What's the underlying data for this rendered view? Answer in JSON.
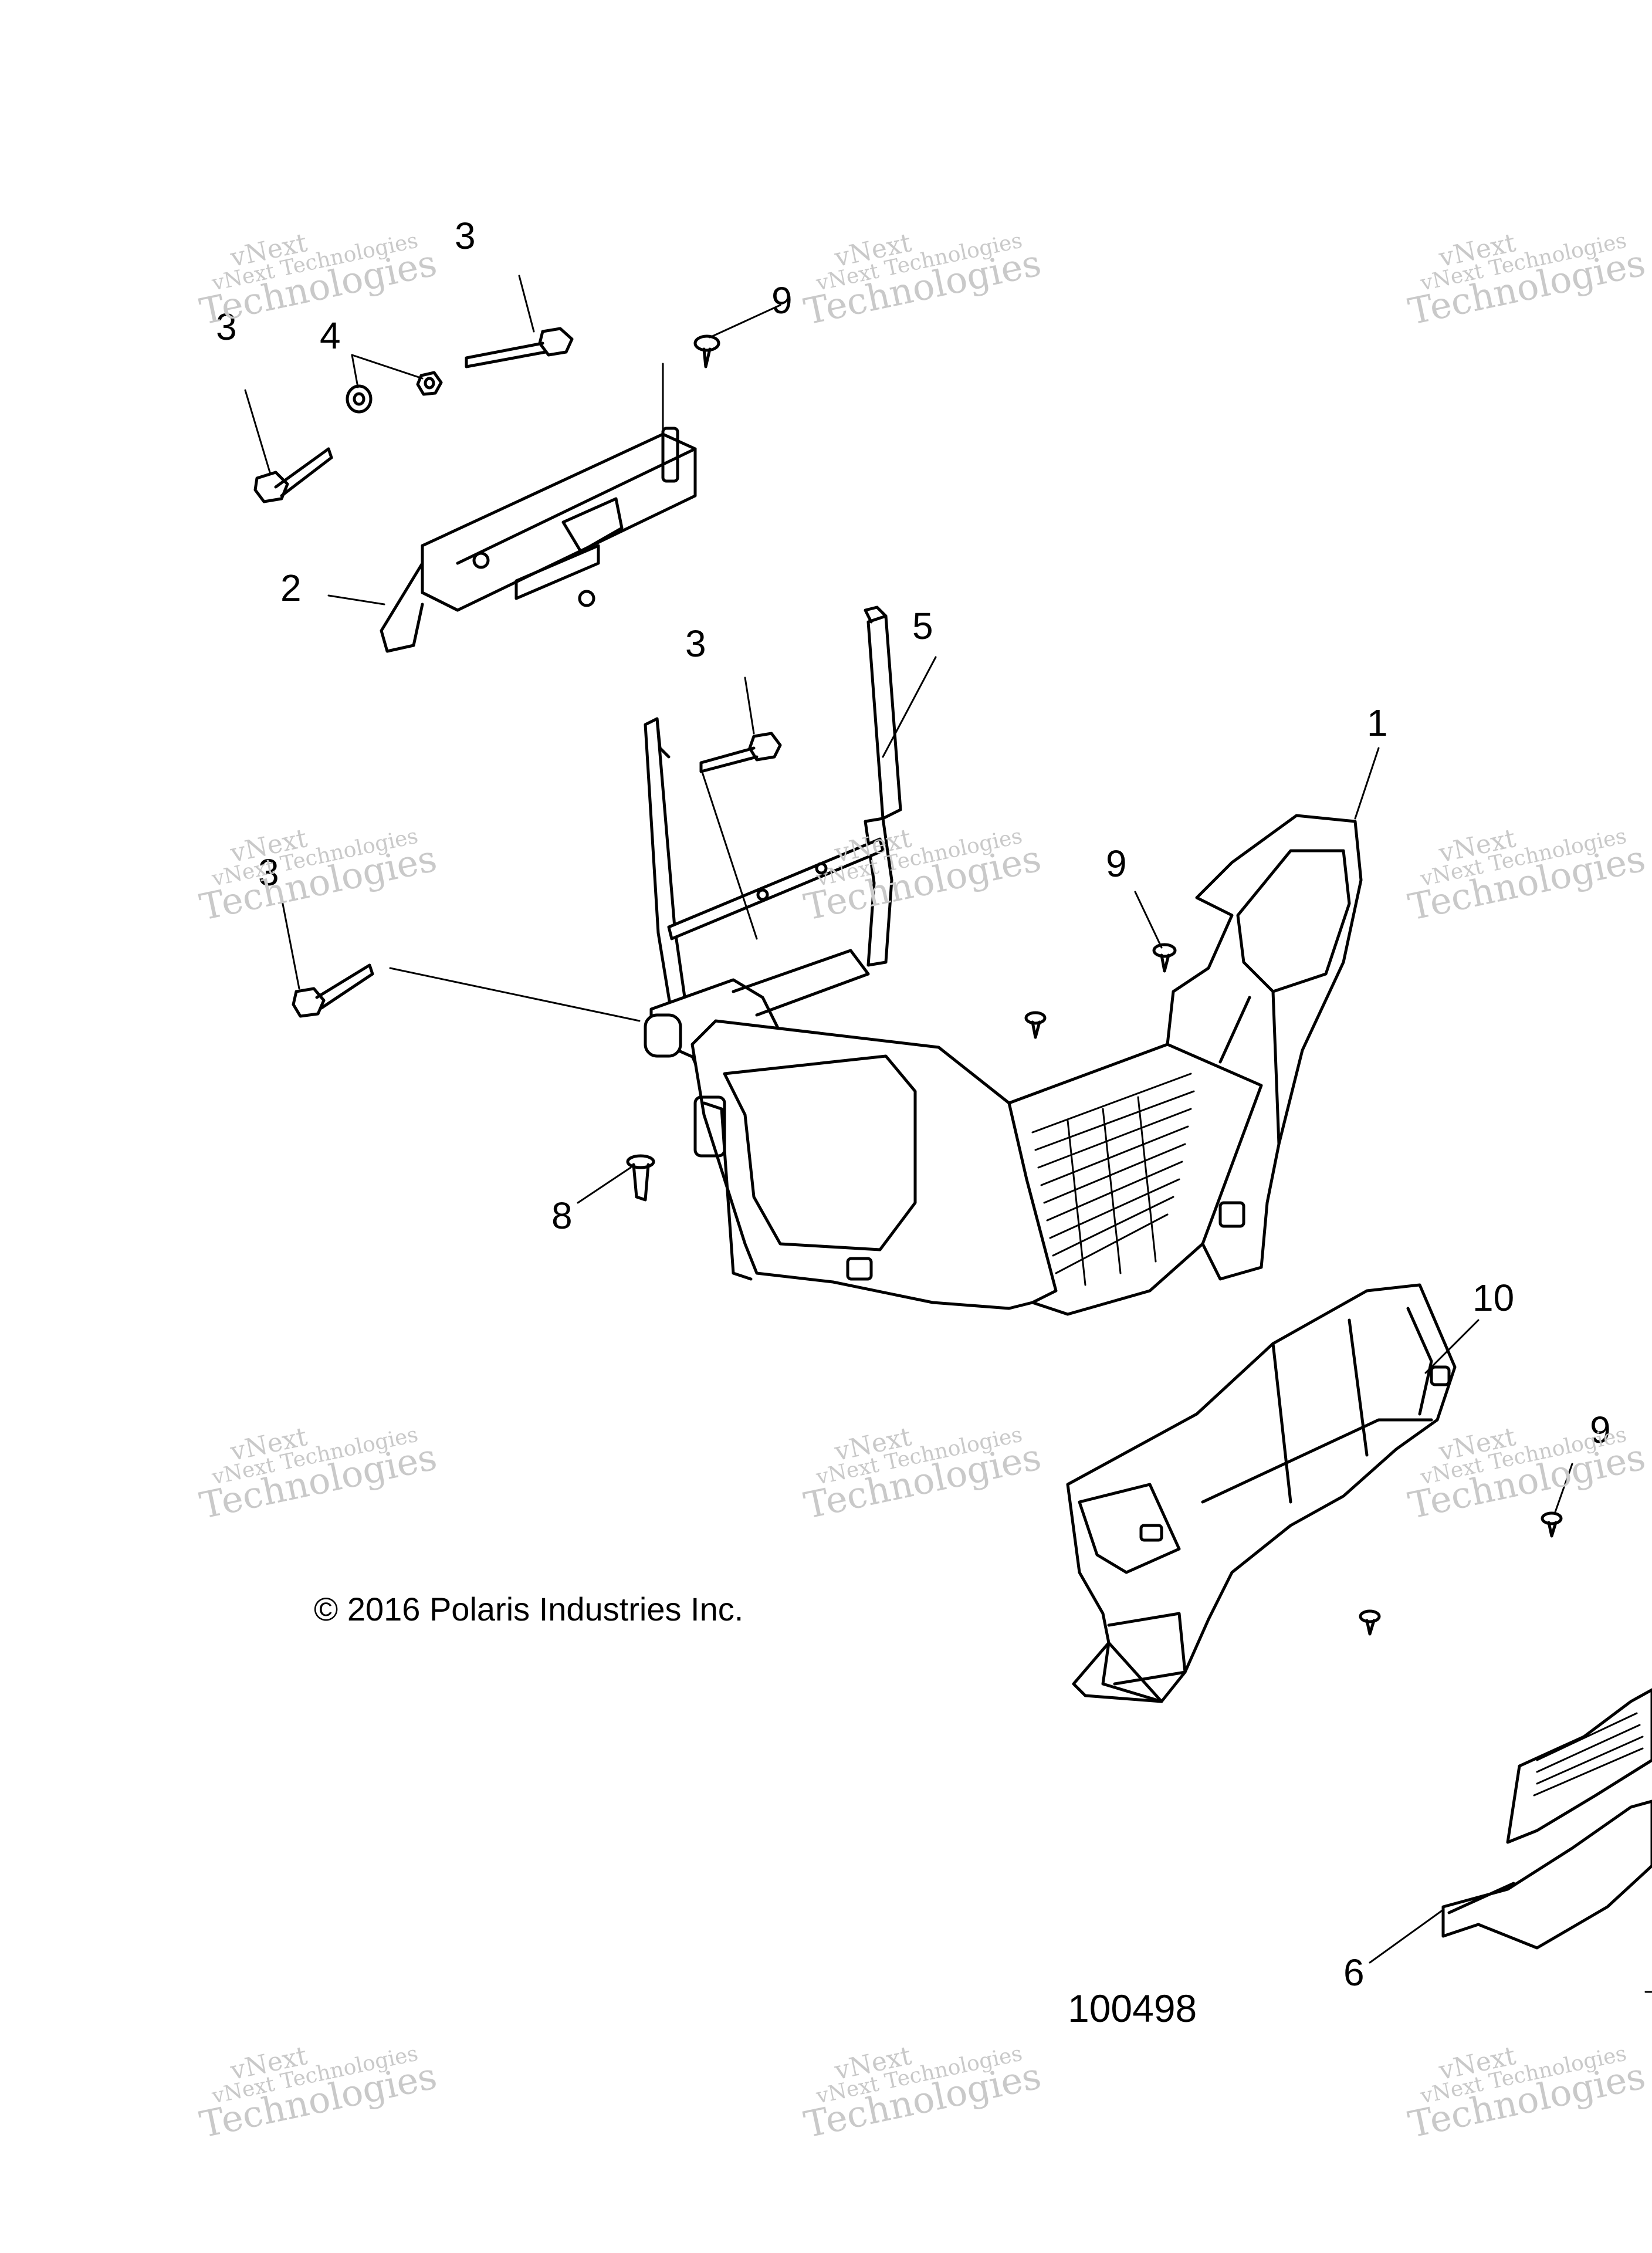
{
  "callouts": {
    "c1": "1",
    "c2": "2",
    "c3a": "3",
    "c3b": "3",
    "c3c": "3",
    "c3d": "3",
    "c4": "4",
    "c5": "5",
    "c6": "6",
    "c8": "8",
    "c9a": "9",
    "c9b": "9",
    "c9c": "9",
    "c10": "10"
  },
  "copyright": "© 2016 Polaris Industries Inc.",
  "figure_number": "100498",
  "watermark": {
    "line1": "vNext",
    "line2": "vNext Technologies",
    "line3": "Technologies"
  },
  "colors": {
    "ink": "#000000",
    "watermark": "#c9c9c9",
    "background": "#ffffff"
  }
}
